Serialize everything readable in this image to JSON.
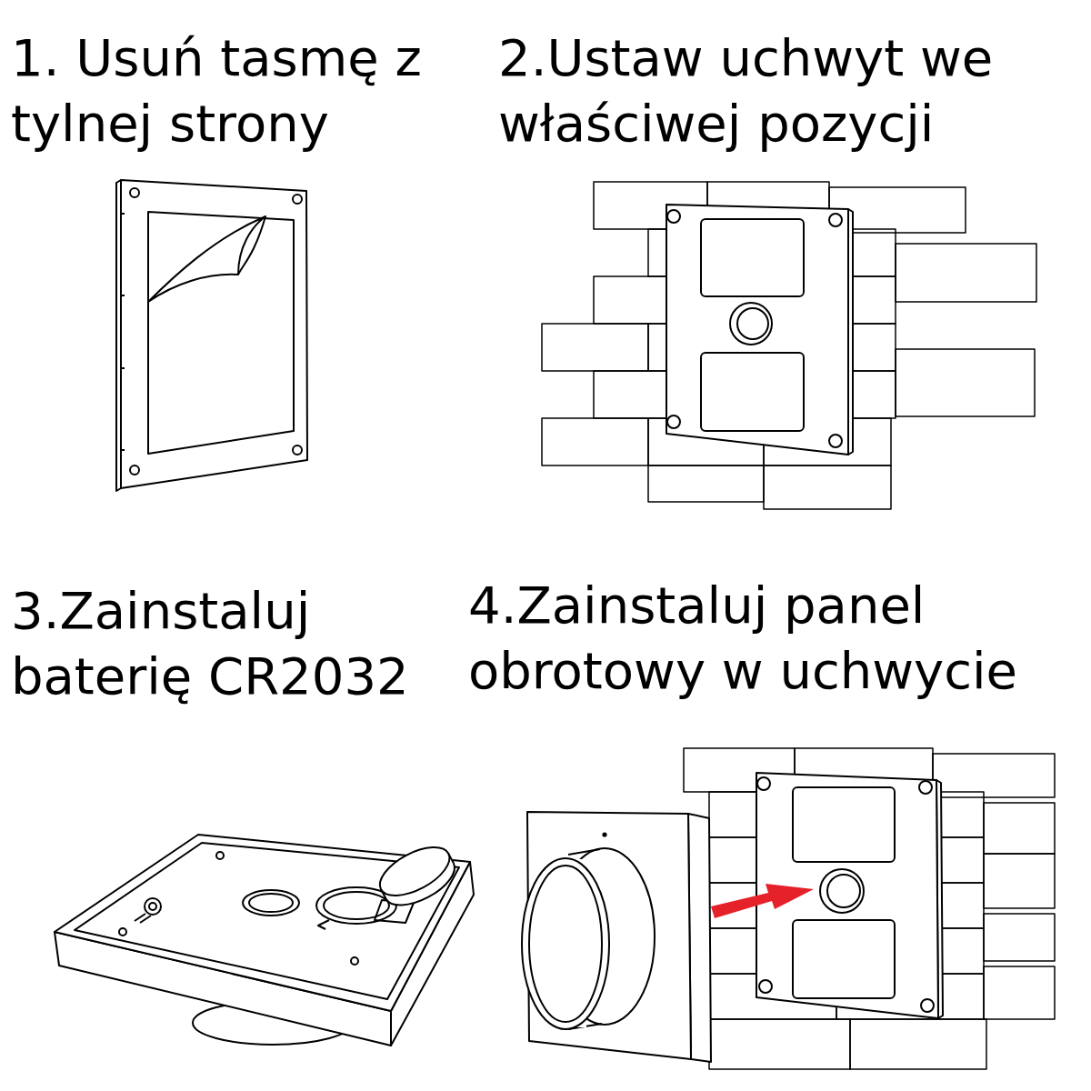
{
  "diagram": {
    "labels": [
      "1. Usuń tasmę z tylnej strony",
      "2.Ustaw uchwyt we właściwej pozycji",
      "3.Zainstaluj baterię CR2032",
      "4.Zainstaluj panel obrotowy w uchwycie"
    ]
  }
}
